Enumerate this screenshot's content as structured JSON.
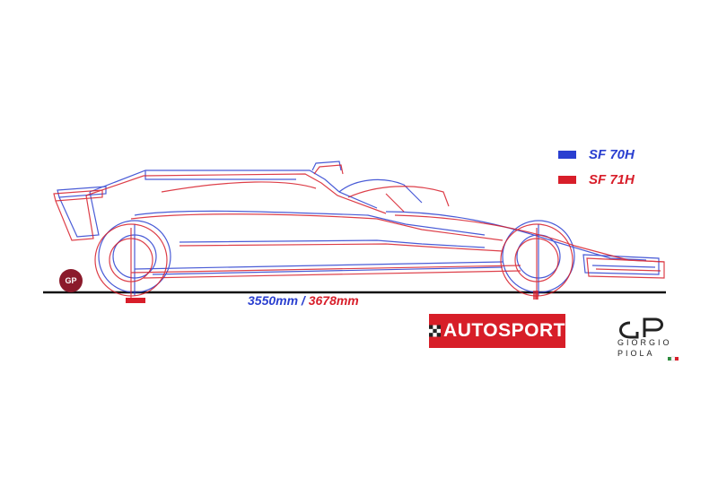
{
  "legend": {
    "items": [
      {
        "label": "SF 70H",
        "color": "#2a3fd0"
      },
      {
        "label": "SF 71H",
        "color": "#d81e2a"
      }
    ]
  },
  "wheelbase": {
    "old": "3550mm",
    "separator": " / ",
    "new": "3678mm"
  },
  "branding": {
    "publication": "AUTOSPORT",
    "artist_line1": "GIORGIO",
    "artist_line2": "PIOLA",
    "badge": "GP"
  },
  "colors": {
    "old_car": "#2a3fd0",
    "new_car": "#d81e2a",
    "ground": "#111111"
  }
}
